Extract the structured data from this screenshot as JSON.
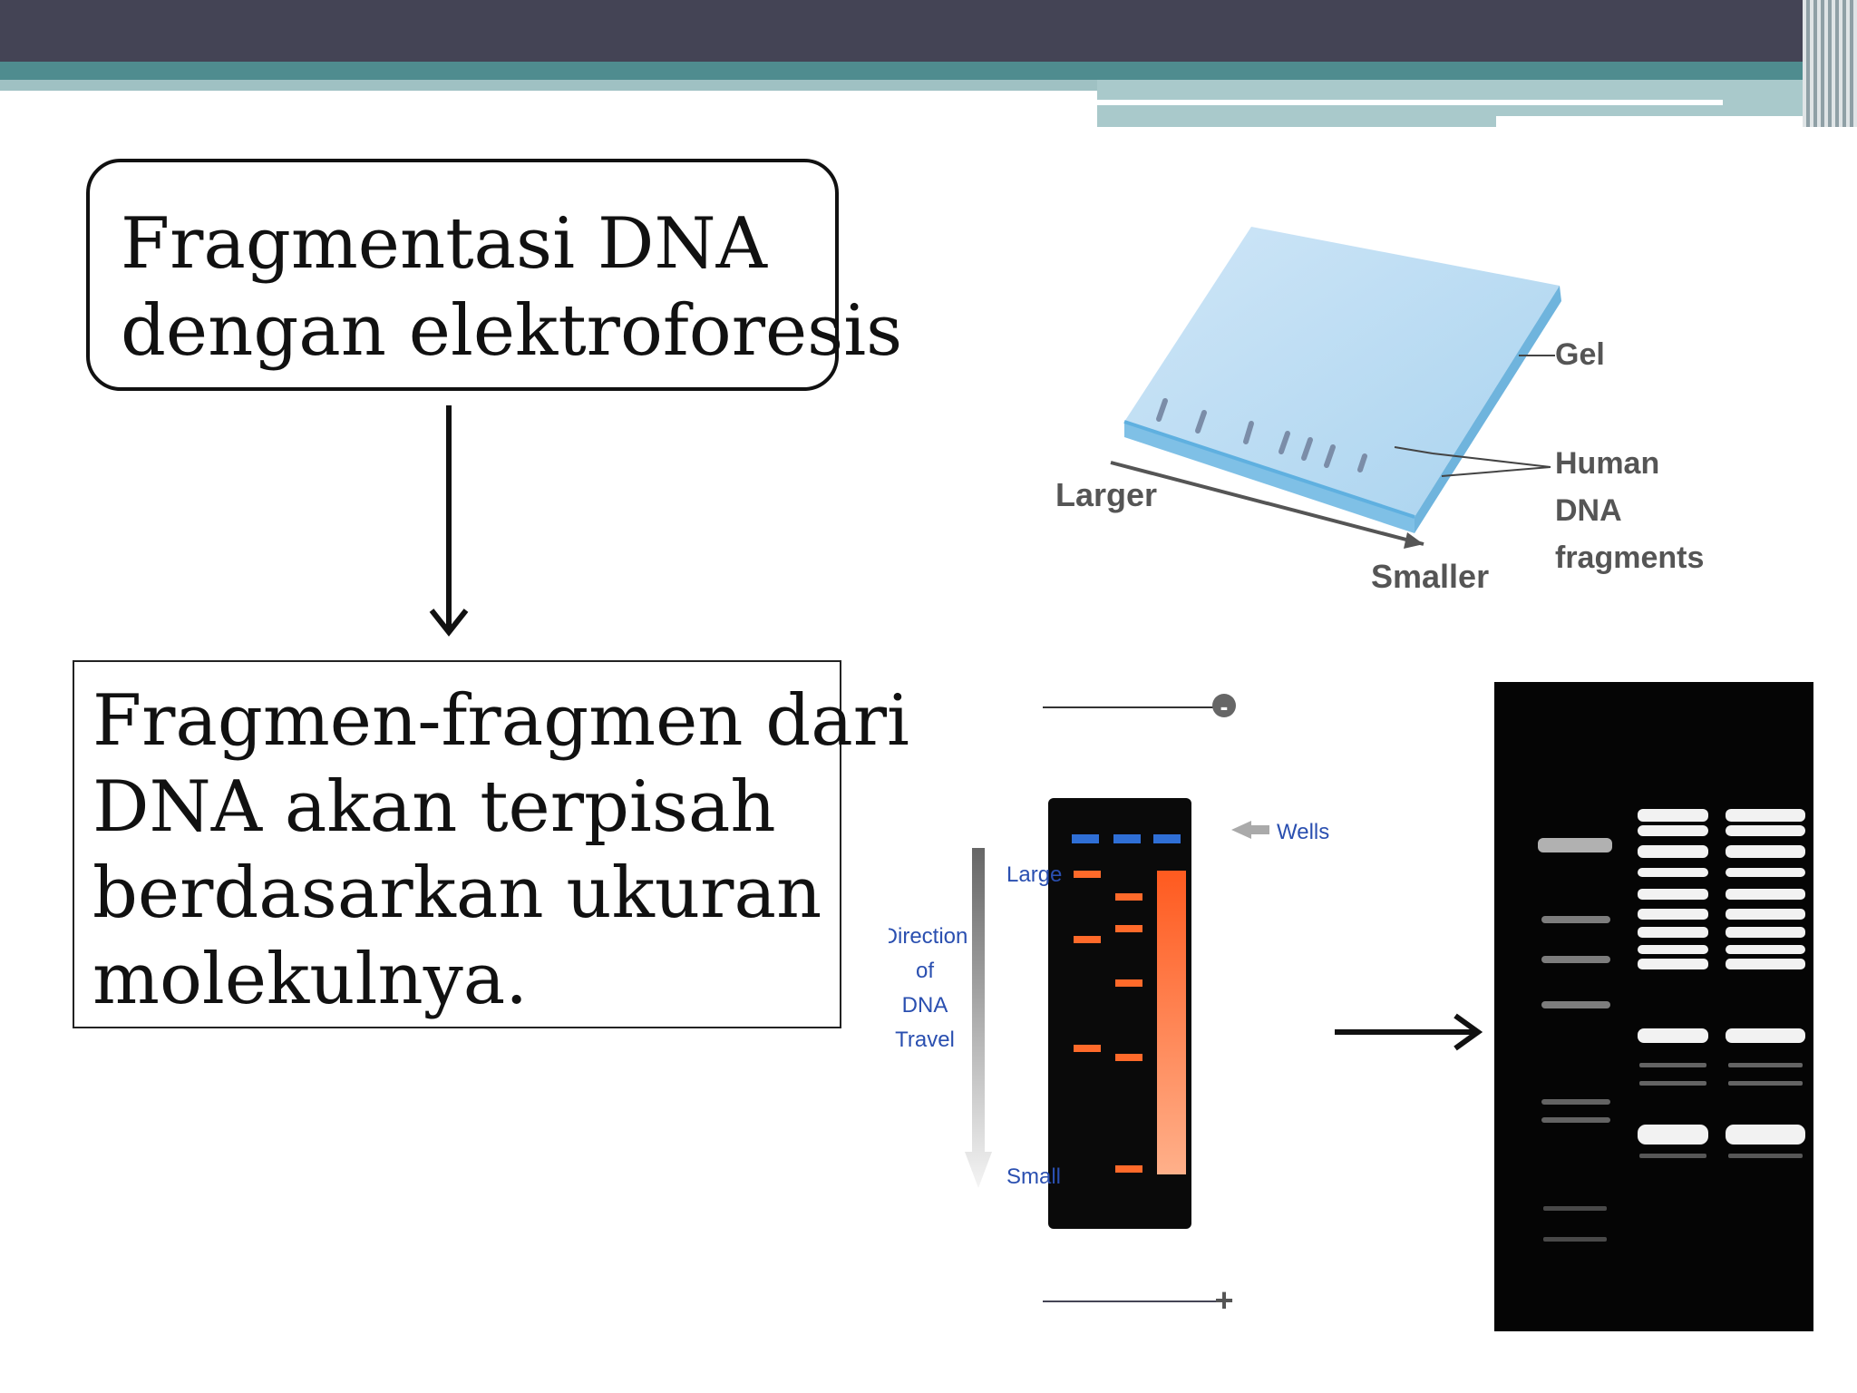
{
  "box_top": {
    "line1": "Fragmentasi DNA",
    "line2": "dengan elektroforesis"
  },
  "box_bottom": {
    "line1": "Fragmen-fragmen dari",
    "line2": "DNA akan terpisah",
    "line3": "berdasarkan ukuran",
    "line4": "molekulnya."
  },
  "gel_diagram": {
    "gel_label": "Gel",
    "fragments_label_1": "Human",
    "fragments_label_2": "DNA",
    "fragments_label_3": "fragments",
    "larger_label": "Larger",
    "smaller_label": "Smaller"
  },
  "electrophoresis_diagram": {
    "negative_terminal": "-",
    "positive_terminal": "+",
    "wells_label": "Wells",
    "direction_1": "Direction",
    "direction_2": "of",
    "direction_3": "DNA",
    "direction_4": "Travel",
    "large_label": "Large",
    "small_label": "Small"
  },
  "colors": {
    "header_dark": "#444455",
    "header_teal": "#4f8c8f",
    "band_orange": "#ff6a2a",
    "well_blue": "#2f6fd6",
    "label_blue": "#2a4fb0"
  }
}
